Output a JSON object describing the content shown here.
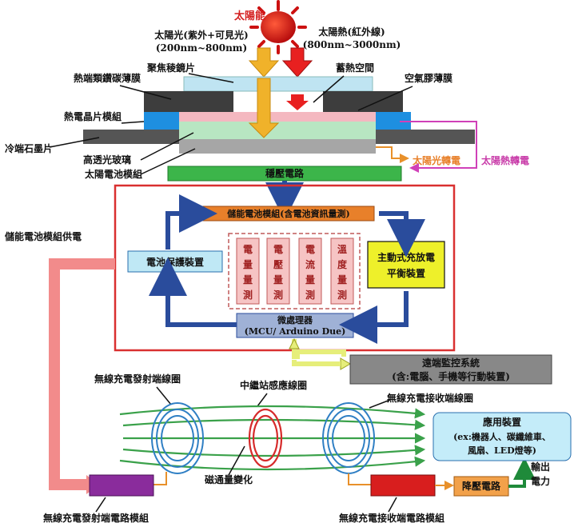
{
  "sun": {
    "label": "太陽能"
  },
  "light": {
    "line1": "太陽光(紫外+可見光)",
    "line2": "(200nm~800nm)"
  },
  "heat": {
    "line1": "太陽熱(紅外線)",
    "line2": "(800nm~3000nm)"
  },
  "layers": {
    "lens": "聚焦稜鏡片",
    "heat_film": "熱端類鑽碳薄膜",
    "thermo_module": "熱電晶片模組",
    "cold_graphite": "冷端石墨片",
    "glass": "高透光玻璃",
    "pv_module": "太陽電池模組",
    "heat_space": "蓄熱空間",
    "aerogel": "空氣膠薄膜"
  },
  "regulator": "穩壓電路",
  "solar_pv_power": "太陽光轉電",
  "solar_thermal_power": "太陽熱轉電",
  "storage_supply": "儲能電池模組供電",
  "bms": {
    "battery": "儲能電池模組(含電池資訊量測)",
    "protection": "電池保護裝置",
    "balance_line1": "主動式充放電",
    "balance_line2": "平衡裝置",
    "measures": [
      "電量量測",
      "電壓量測",
      "電流量測",
      "溫度量測"
    ],
    "mcu_line1": "微處理器",
    "mcu_line2": "(MCU/ Arduino Due)"
  },
  "remote": {
    "line1": "遠端監控系統",
    "line2": "(含:電腦、手機等行動裝置)"
  },
  "wireless": {
    "tx_coil": "無線充電發射端線圈",
    "relay_coil": "中繼站感應線圈",
    "rx_coil": "無線充電接收端線圈",
    "flux": "磁通量變化",
    "tx_module": "無線充電發射端電路模組",
    "rx_module": "無線充電接收端電路模組",
    "buck": "降壓電路",
    "output_line1": "輸出",
    "output_line2": "電力"
  },
  "app": {
    "title": "應用裝置",
    "line1": "(ex:機器人、碳纖維車、",
    "line2": "風扇、LED燈等)"
  },
  "colors": {
    "sun": "#cc1111",
    "red_frame": "#d93030",
    "bms_orange": "#e8802a",
    "protection_cyan": "#bfe8f5",
    "balance_yellow": "#eef02a",
    "mcu_blue": "#9fb1d6",
    "remote_gray": "#888888",
    "regulator_green": "#3cb54a",
    "tx_purple": "#8a2c9c",
    "rx_red": "#d81e1e",
    "buck_orange": "#f2a14a",
    "app_cyan": "#c4ecf9",
    "coil_blue": "#2f7fc4",
    "relay_red": "#d62b2b",
    "field_green": "#3aa14a"
  }
}
